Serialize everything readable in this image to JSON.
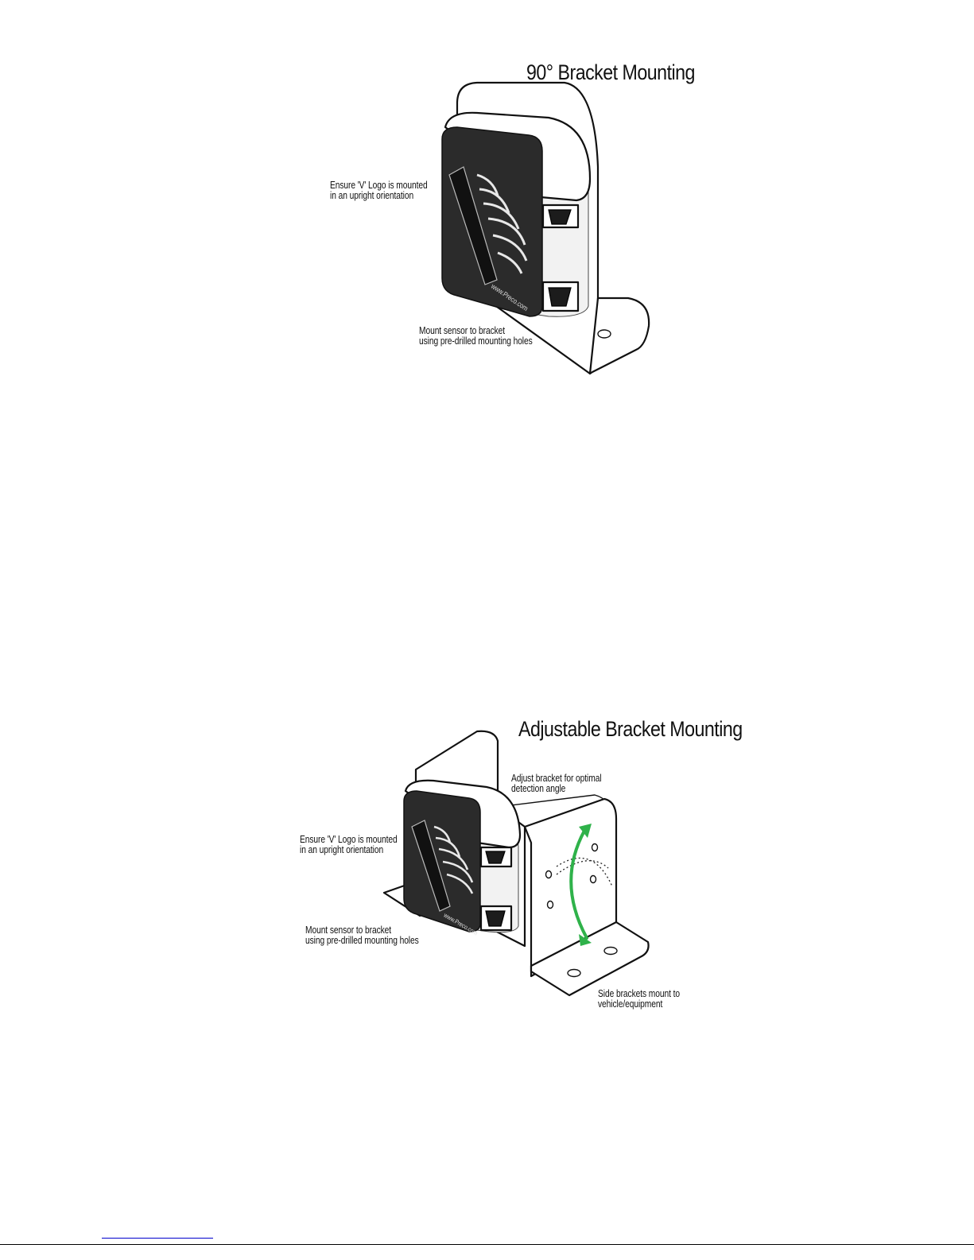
{
  "figures": [
    {
      "title": "90° Bracket Mounting",
      "notes": {
        "logo": [
          "Ensure 'V' Logo is mounted",
          "in an upright orientation"
        ],
        "mount": [
          "Mount sensor to bracket",
          "using pre-drilled mounting holes"
        ]
      },
      "sensor_url": "www.Preco.com"
    },
    {
      "title": "Adjustable Bracket Mounting",
      "notes": {
        "adjust": [
          "Adjust bracket for optimal",
          "detection angle"
        ],
        "logo": [
          "Ensure 'V' Logo is mounted",
          "in an upright orientation"
        ],
        "mount": [
          "Mount sensor to bracket",
          "using pre-drilled mounting holes"
        ],
        "side": [
          "Side brackets mount to",
          "vehicle/equipment"
        ]
      },
      "sensor_url": "www.Preco.com",
      "arrow_color": "#2fb24a"
    }
  ]
}
